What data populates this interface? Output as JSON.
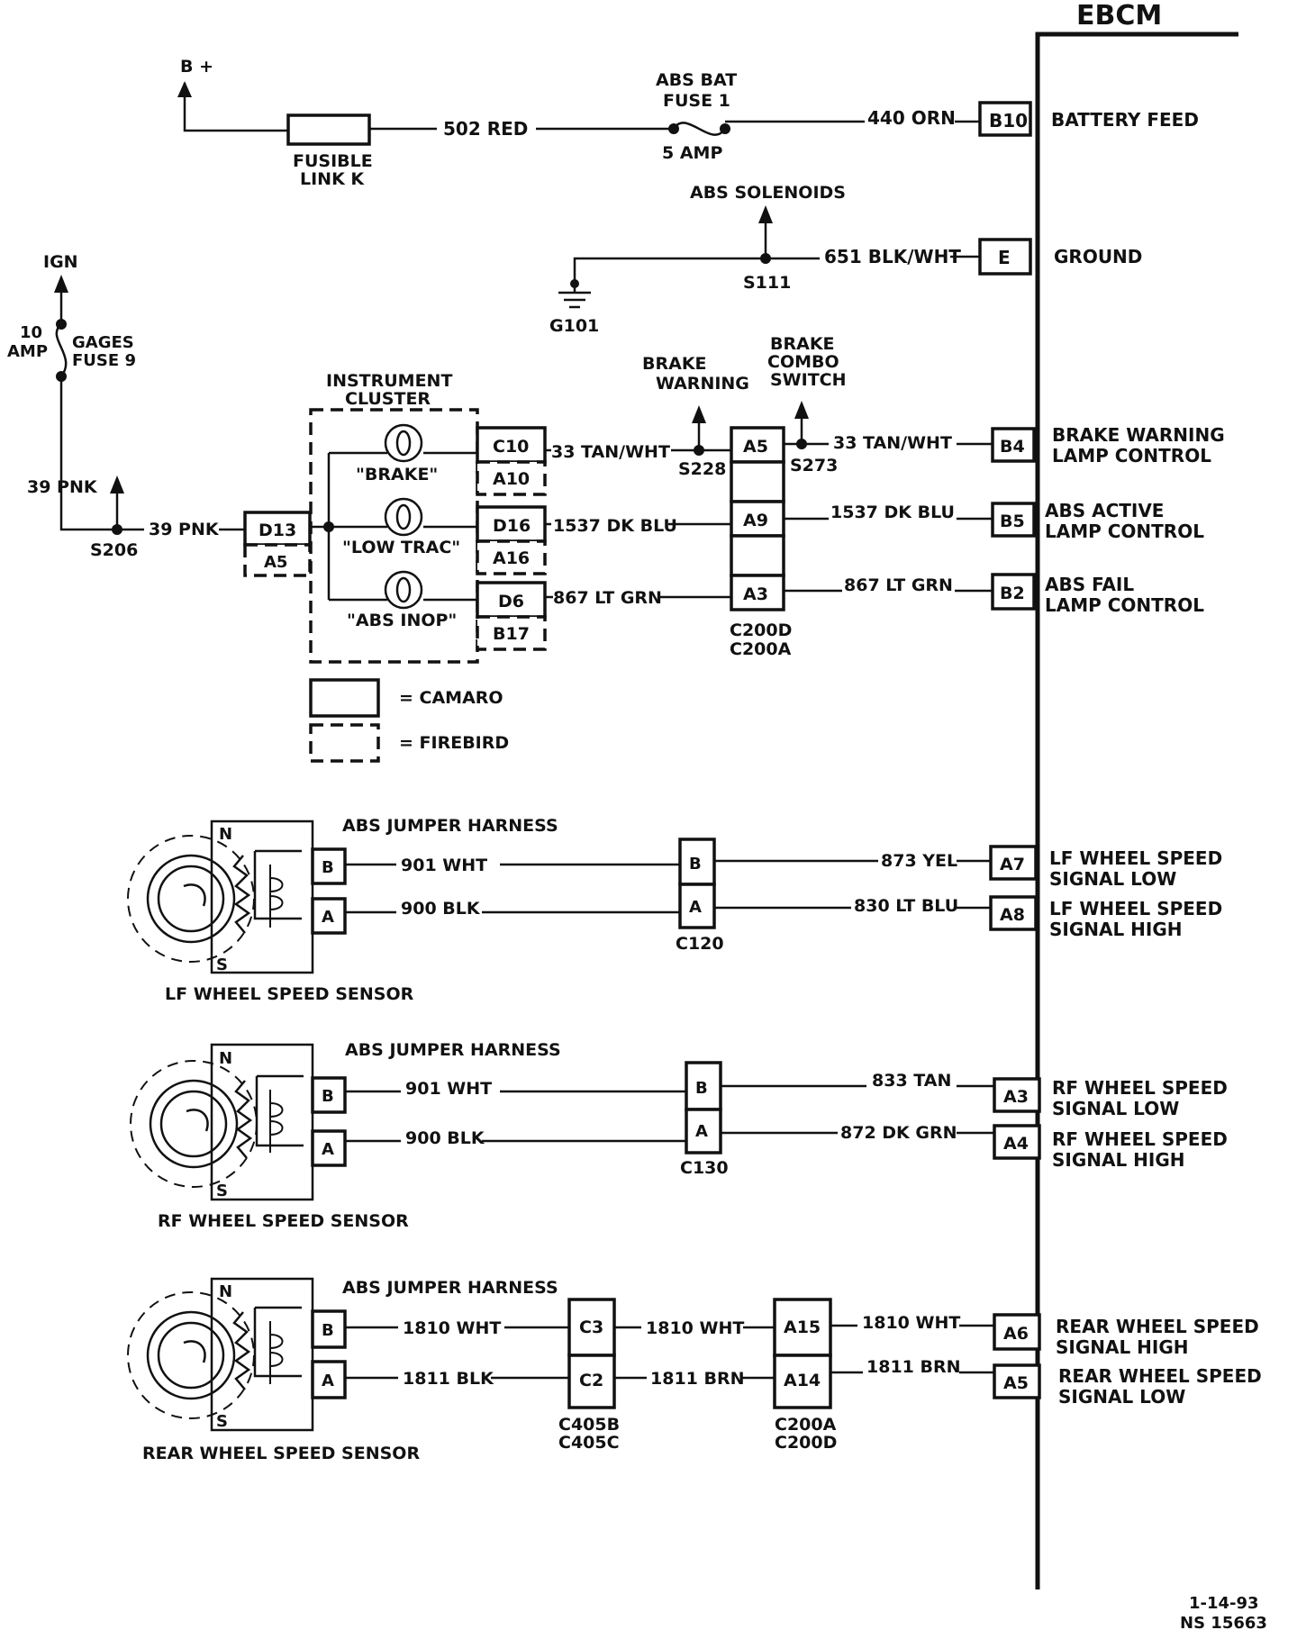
{
  "ebcm": {
    "title": "EBCM",
    "pins": [
      {
        "pin": "B10",
        "label1": "BATTERY FEED",
        "label2": ""
      },
      {
        "pin": "E",
        "label1": "GROUND",
        "label2": ""
      },
      {
        "pin": "B4",
        "label1": "BRAKE WARNING",
        "label2": "LAMP CONTROL"
      },
      {
        "pin": "B5",
        "label1": "ABS ACTIVE",
        "label2": "LAMP CONTROL"
      },
      {
        "pin": "B2",
        "label1": "ABS FAIL",
        "label2": "LAMP CONTROL"
      },
      {
        "pin": "A7",
        "label1": "LF WHEEL SPEED",
        "label2": "SIGNAL LOW"
      },
      {
        "pin": "A8",
        "label1": "LF WHEEL SPEED",
        "label2": "SIGNAL HIGH"
      },
      {
        "pin": "A3",
        "label1": "RF WHEEL SPEED",
        "label2": "SIGNAL LOW"
      },
      {
        "pin": "A4",
        "label1": "RF WHEEL SPEED",
        "label2": "SIGNAL HIGH"
      },
      {
        "pin": "A6",
        "label1": "REAR WHEEL SPEED",
        "label2": "SIGNAL HIGH"
      },
      {
        "pin": "A5",
        "label1": "REAR WHEEL SPEED",
        "label2": "SIGNAL LOW"
      }
    ]
  },
  "power": {
    "bplus": "B +",
    "fusible_link1": "FUSIBLE",
    "fusible_link2": "LINK K",
    "wire_502": "502 RED",
    "fuse_title1": "ABS BAT",
    "fuse_title2": "FUSE 1",
    "fuse_rating": "5 AMP",
    "wire_440": "440 ORN",
    "solenoids": "ABS SOLENOIDS",
    "wire_651": "651 BLK/WHT",
    "splice_s111": "S111",
    "ground_g101": "G101"
  },
  "ignition": {
    "ign": "IGN",
    "amp1": "10",
    "amp2": "AMP",
    "fuse1": "GAGES",
    "fuse2": "FUSE 9",
    "wire_39a": "39 PNK",
    "wire_39b": "39 PNK",
    "splice_s206": "S206",
    "conn_d13": "D13",
    "conn_a5": "A5"
  },
  "cluster": {
    "title1": "INSTRUMENT",
    "title2": "CLUSTER",
    "lamps": [
      "\"BRAKE\"",
      "\"LOW TRAC\"",
      "\"ABS INOP\""
    ],
    "pins_camaro": [
      "C10",
      "D16",
      "D6"
    ],
    "pins_firebird": [
      "A10",
      "A16",
      "B17"
    ]
  },
  "lamp_wires": {
    "w33a": "33 TAN/WHT",
    "w33b": "33 TAN/WHT",
    "w1537a": "1537 DK BLU",
    "w1537b": "1537 DK BLU",
    "w867a": "867 LT GRN",
    "w867b": "867 LT GRN",
    "brake_warning1": "BRAKE",
    "brake_warning2": "WARNING",
    "combo1": "BRAKE",
    "combo2": "COMBO",
    "combo3": "SWITCH",
    "s228": "S228",
    "s273": "S273",
    "c200_pins": [
      "A5",
      "A9",
      "A3"
    ],
    "c200_label1": "C200D",
    "c200_label2": "C200A"
  },
  "legend": {
    "camaro": "= CAMARO",
    "firebird": "= FIREBIRD"
  },
  "sensors": {
    "lf": {
      "harness": "ABS JUMPER HARNESS",
      "name": "LF WHEEL SPEED SENSOR",
      "pin_n": "N",
      "pin_s": "S",
      "pin_b": "B",
      "pin_a": "A",
      "wire_b": "901 WHT",
      "wire_a": "900 BLK",
      "conn_b": "B",
      "conn_a": "A",
      "conn_label": "C120",
      "out_b": "873 YEL",
      "out_a": "830 LT BLU"
    },
    "rf": {
      "harness": "ABS JUMPER HARNESS",
      "name": "RF WHEEL SPEED SENSOR",
      "pin_n": "N",
      "pin_s": "S",
      "pin_b": "B",
      "pin_a": "A",
      "wire_b": "901 WHT",
      "wire_a": "900 BLK",
      "conn_b": "B",
      "conn_a": "A",
      "conn_label": "C130",
      "out_b": "833 TAN",
      "out_a": "872 DK GRN"
    },
    "rear": {
      "harness": "ABS JUMPER HARNESS",
      "name": "REAR WHEEL SPEED SENSOR",
      "pin_n": "N",
      "pin_s": "S",
      "pin_b": "B",
      "pin_a": "A",
      "wire_b": "1810 WHT",
      "wire_a": "1811 BLK",
      "c405_b": "C3",
      "c405_a": "C2",
      "c405_label1": "C405B",
      "c405_label2": "C405C",
      "mid_b": "1810 WHT",
      "mid_a": "1811 BRN",
      "c200_b": "A15",
      "c200_a": "A14",
      "c200_label1": "C200A",
      "c200_label2": "C200D",
      "out_b": "1810 WHT",
      "out_a": "1811 BRN"
    }
  },
  "footer": {
    "date": "1-14-93",
    "ref": "NS 15663"
  }
}
